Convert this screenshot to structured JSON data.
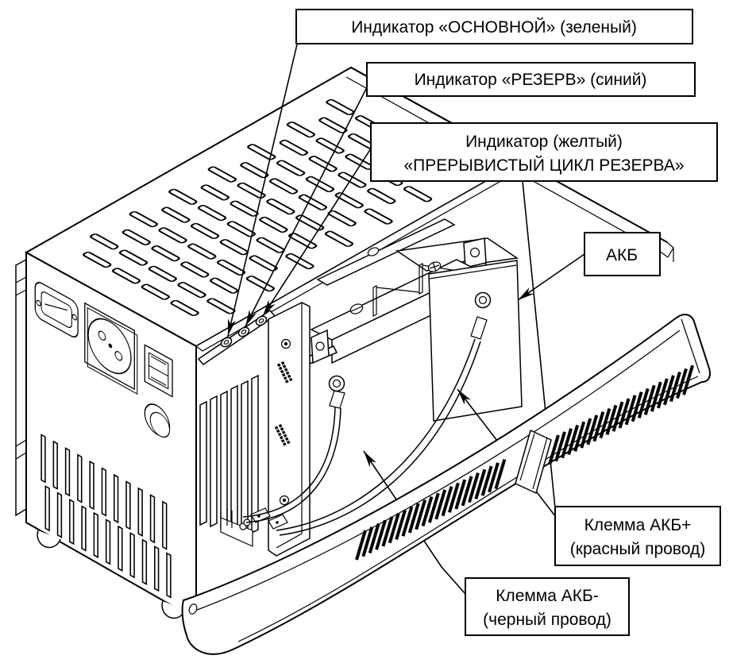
{
  "colors": {
    "line": "#000000",
    "background": "#ffffff"
  },
  "callouts": {
    "indicator_main": {
      "text": "Индикатор «ОСНОВНОЙ» (зеленый)"
    },
    "indicator_reserve": {
      "text": "Индикатор «РЕЗЕРВ» (синий)"
    },
    "indicator_intermittent": {
      "line1": "Индикатор (желтый)",
      "line2": "«ПРЕРЫВИСТЫЙ ЦИКЛ РЕЗЕРВА»"
    },
    "battery": {
      "text": "АКБ"
    },
    "terminal_plus": {
      "line1": "Клемма АКБ+",
      "line2": "(красный провод)"
    },
    "terminal_minus": {
      "line1": "Клемма АКБ-",
      "line2": "(черный провод)"
    }
  }
}
